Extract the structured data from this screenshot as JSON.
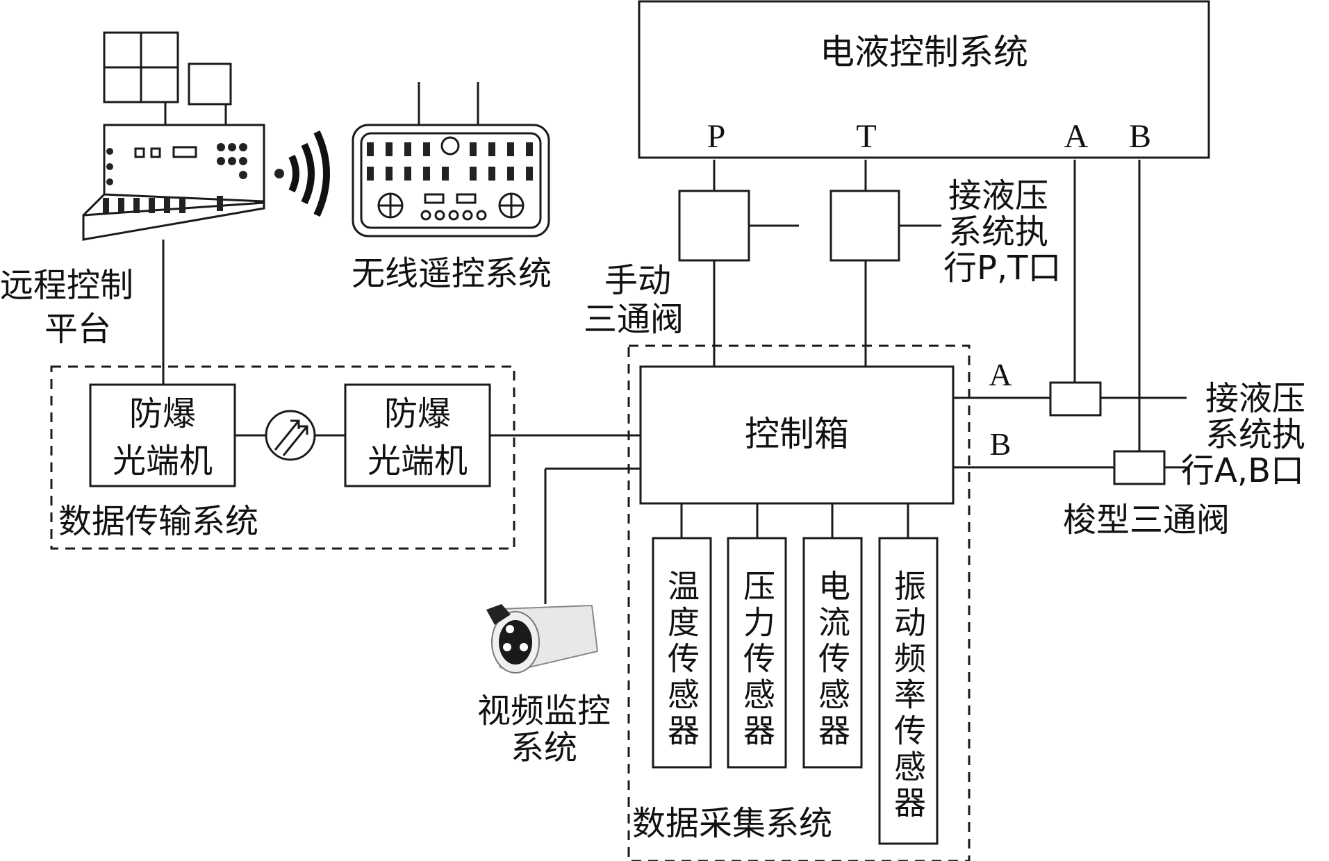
{
  "labels": {
    "ehc": "电液控制系统",
    "port_p": "P",
    "port_t": "T",
    "port_a": "A",
    "port_b": "B",
    "pt_connect": [
      "接液压",
      "系统执",
      "行P,T口"
    ],
    "manual_valve": [
      "手动",
      "三通阀"
    ],
    "remote_platform": [
      "远程控制",
      "平台"
    ],
    "wireless": "无线遥控系统",
    "data_transmission": "数据传输系统",
    "optical_terminal_left": [
      "防爆",
      "光端机"
    ],
    "optical_terminal_right": [
      "防爆",
      "光端机"
    ],
    "control_box": "控制箱",
    "line_a": "A",
    "line_b": "B",
    "ab_connect": [
      "接液压",
      "系统执",
      "行A,B口"
    ],
    "shuttle_valve": "梭型三通阀",
    "video": [
      "视频监控",
      "系统"
    ],
    "data_acquisition": "数据采集系统",
    "sensor_temp": "温度传感器",
    "sensor_pressure": "压力传感器",
    "sensor_current": "电流传感器",
    "sensor_vibration": "振动频率传感器"
  },
  "colors": {
    "line": "#1a1a1a",
    "text": "#111111",
    "background": "#ffffff"
  },
  "icons": {
    "console": "control-console-icon",
    "signal": "wireless-signal-icon",
    "remote": "remote-controller-icon",
    "fiber": "optical-fiber-icon",
    "camera": "camera-icon"
  }
}
